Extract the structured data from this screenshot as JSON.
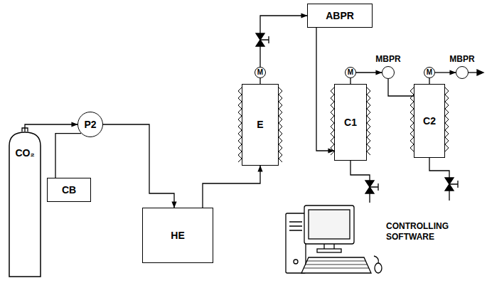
{
  "diagram": {
    "nodes": [
      {
        "text": [
          "CO₂"
        ]
      },
      {
        "text": [
          "P2"
        ]
      },
      {
        "text": [
          "CB"
        ]
      },
      {
        "text": [
          "HE"
        ]
      },
      {
        "text": [
          "E"
        ]
      },
      {
        "text": [
          "ABPR"
        ]
      },
      {
        "text": [
          "M"
        ]
      },
      {
        "text": [
          "C1"
        ]
      },
      {
        "text": [
          "M"
        ]
      },
      {
        "text": [
          "MBPR"
        ]
      },
      {
        "text": [
          "C2"
        ]
      },
      {
        "text": [
          "M"
        ]
      },
      {
        "text": [
          "MBPR"
        ]
      }
    ],
    "edges": [
      {
        "from": 0,
        "to": 1,
        "arrow": "to"
      },
      {
        "from": 2,
        "to": 1,
        "arrow": "none"
      },
      {
        "from": 1,
        "to": 3,
        "arrow": "to"
      },
      {
        "from": 3,
        "to": 4,
        "arrow": "to"
      },
      {
        "from": 4,
        "to": 6,
        "arrow": "none"
      },
      {
        "from": 6,
        "to": 5,
        "arrow": "to"
      },
      {
        "from": 5,
        "to": 7,
        "arrow": "to"
      },
      {
        "from": 7,
        "to": 8,
        "arrow": "none"
      },
      {
        "from": 8,
        "to": 9,
        "arrow": "to"
      },
      {
        "from": 9,
        "to": 10,
        "arrow": "none"
      },
      {
        "from": 10,
        "to": 11,
        "arrow": "none"
      },
      {
        "from": 11,
        "to": 12,
        "arrow": "to"
      }
    ],
    "labels": [
      "CONTROLLING SOFTWARE"
    ]
  }
}
